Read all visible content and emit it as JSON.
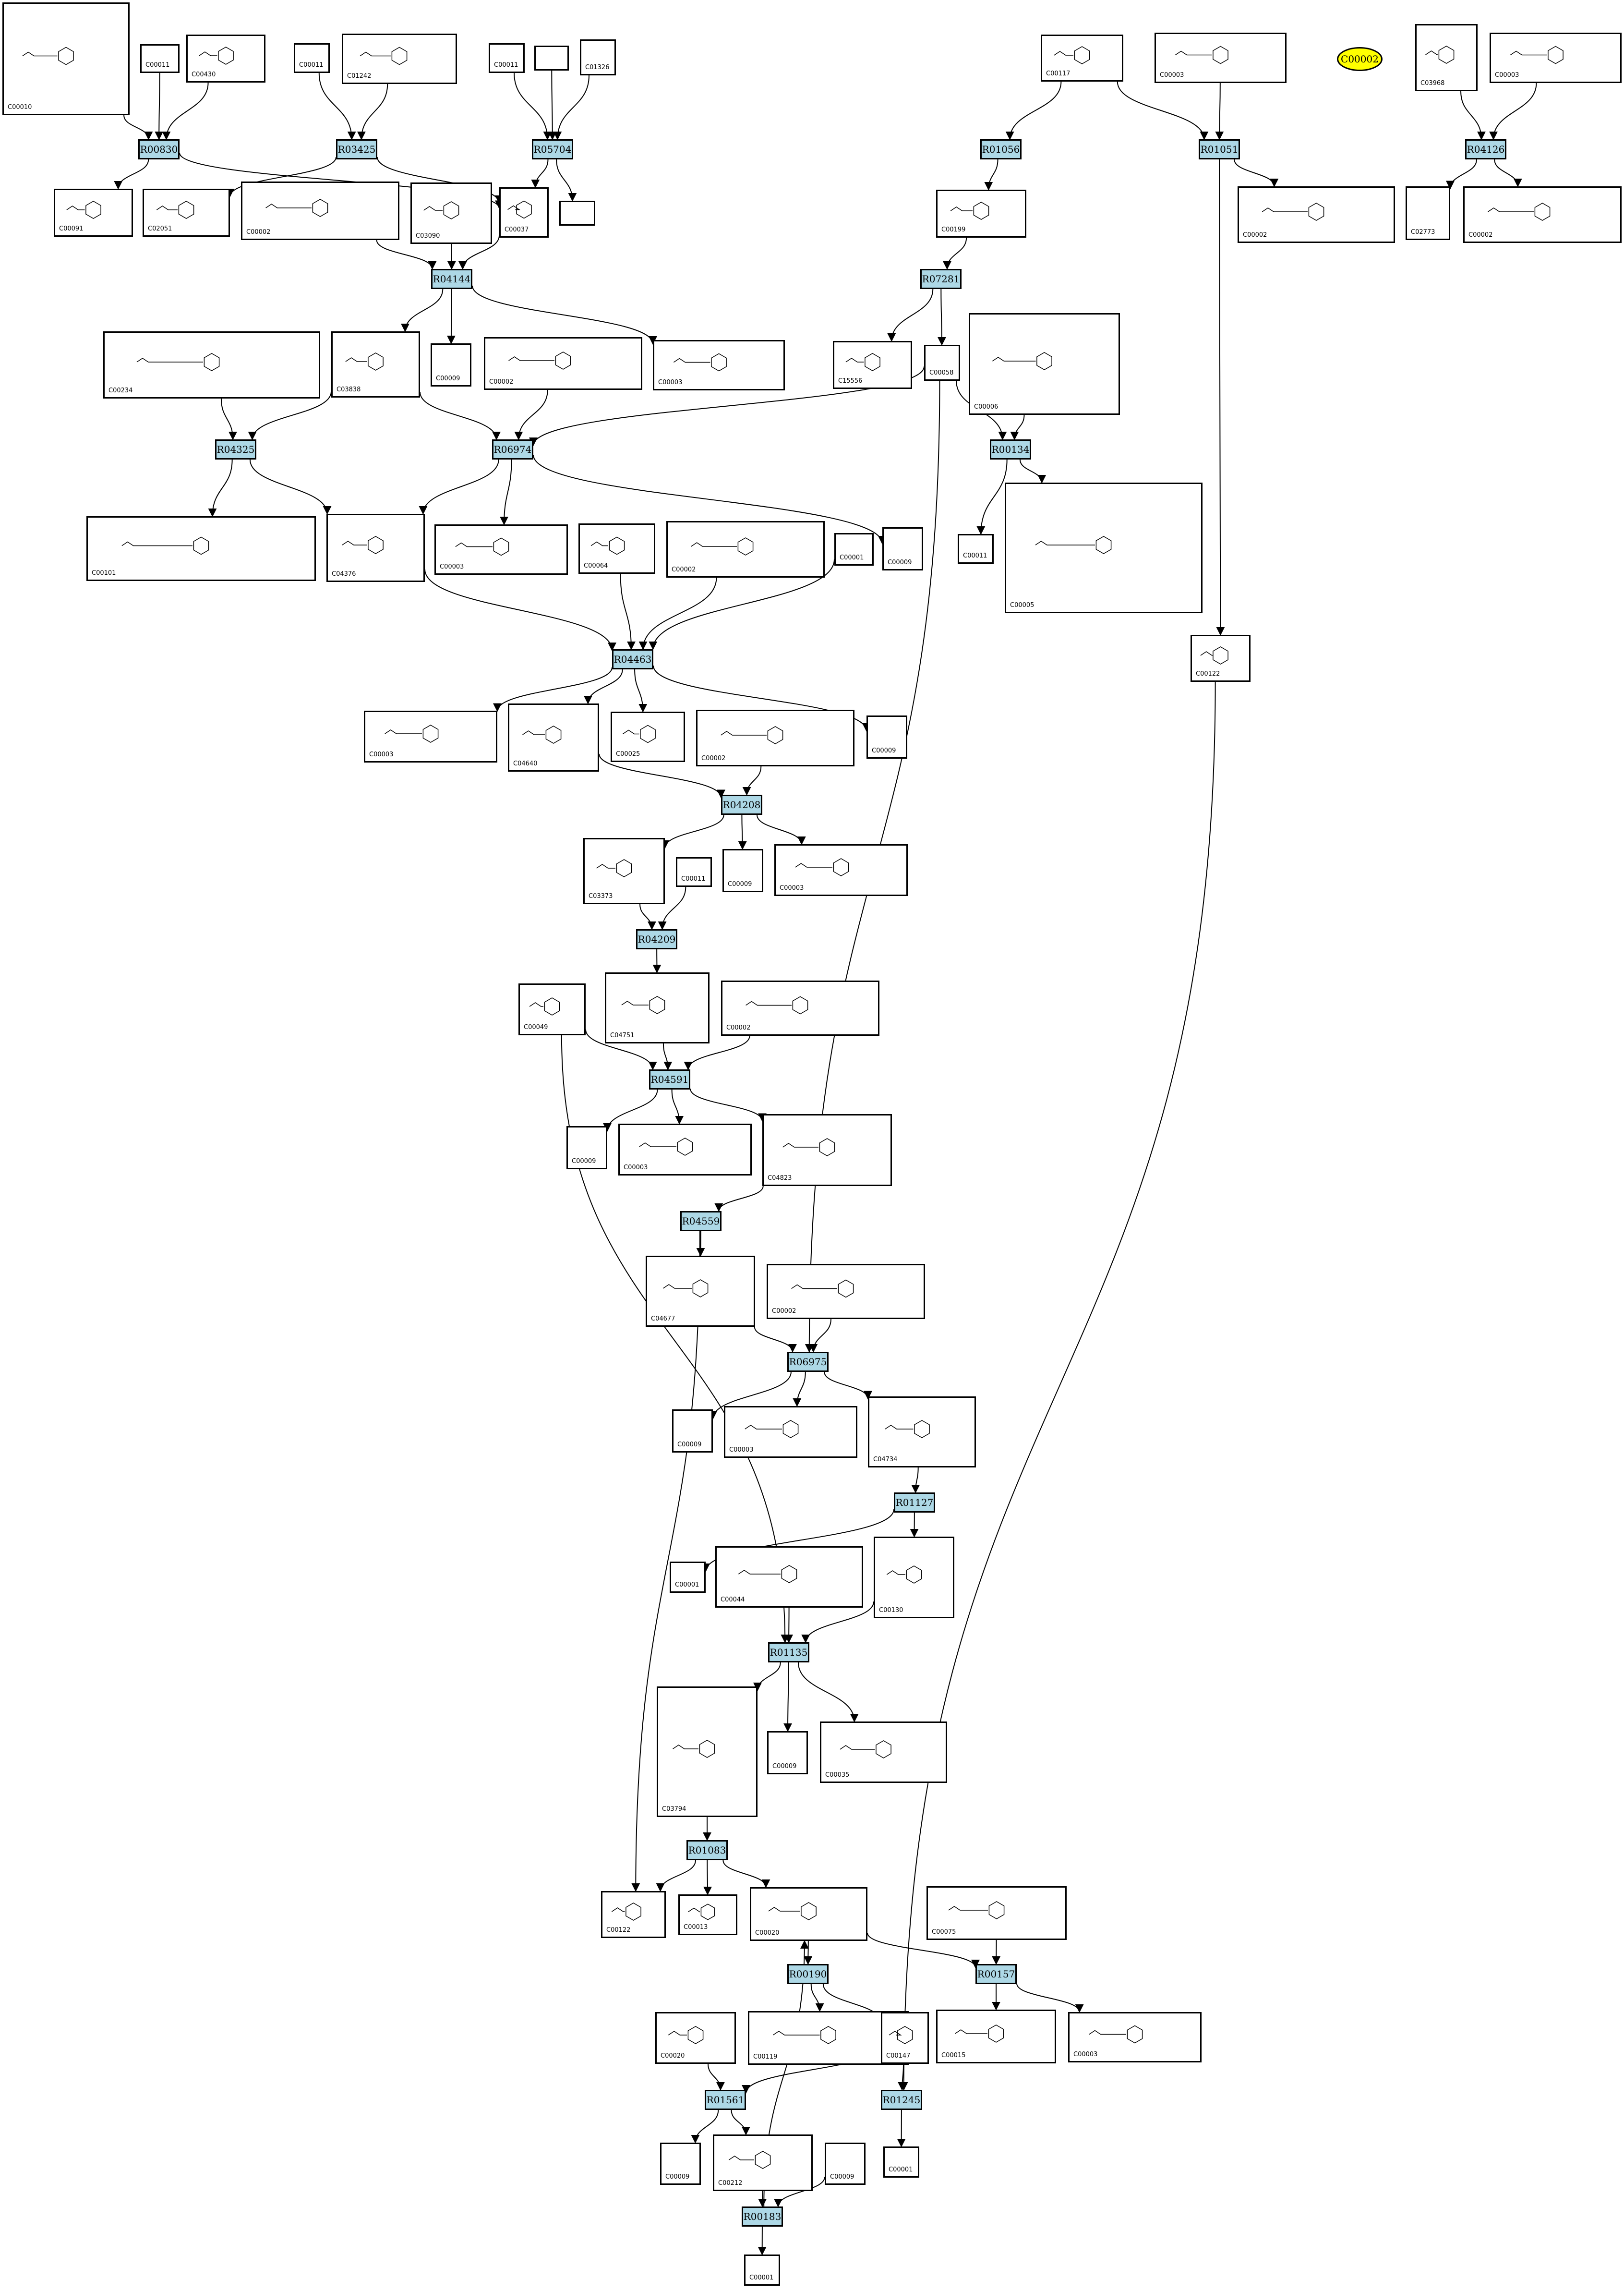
{
  "diagram": {
    "highlight": "C00002",
    "reactions": [
      "R00830",
      "R03425",
      "R05704",
      "R01056",
      "R01051",
      "R04126",
      "R04144",
      "R07281",
      "R04325",
      "R06974",
      "R00134",
      "R04463",
      "R04208",
      "R04209",
      "R04591",
      "R04559",
      "R06975",
      "R01127",
      "R01135",
      "R01083",
      "R00190",
      "R00157",
      "R01561",
      "R01245",
      "R00183"
    ],
    "compounds": [
      {
        "id": "n1",
        "label": "C00010"
      },
      {
        "id": "n2",
        "label": "C00011"
      },
      {
        "id": "n3",
        "label": "C00430"
      },
      {
        "id": "n4",
        "label": "C00011"
      },
      {
        "id": "n5",
        "label": "C01242"
      },
      {
        "id": "n6",
        "label": "C00011"
      },
      {
        "id": "n7",
        "label": ""
      },
      {
        "id": "n8",
        "label": "C01326"
      },
      {
        "id": "n9",
        "label": "C00117"
      },
      {
        "id": "n10",
        "label": "C00003"
      },
      {
        "id": "n11",
        "label": "C03968"
      },
      {
        "id": "n12",
        "label": "C00003"
      },
      {
        "id": "n13",
        "label": "C00091"
      },
      {
        "id": "n14",
        "label": "C02051"
      },
      {
        "id": "n15",
        "label": "C00002"
      },
      {
        "id": "n16",
        "label": "C03090"
      },
      {
        "id": "n17",
        "label": "C00037"
      },
      {
        "id": "n18",
        "label": ""
      },
      {
        "id": "n19",
        "label": "C00199"
      },
      {
        "id": "n20",
        "label": "C00002"
      },
      {
        "id": "n21",
        "label": "C02773"
      },
      {
        "id": "n22",
        "label": "C00002"
      },
      {
        "id": "n23",
        "label": "C00234"
      },
      {
        "id": "n24",
        "label": "C03838"
      },
      {
        "id": "n25",
        "label": "C00009"
      },
      {
        "id": "n26",
        "label": "C00002"
      },
      {
        "id": "n27",
        "label": "C00003"
      },
      {
        "id": "n28",
        "label": "C15556"
      },
      {
        "id": "n29",
        "label": "C00058"
      },
      {
        "id": "n30",
        "label": "C00006"
      },
      {
        "id": "n31",
        "label": "C00101"
      },
      {
        "id": "n32",
        "label": "C04376"
      },
      {
        "id": "n33",
        "label": "C00003"
      },
      {
        "id": "n34",
        "label": "C00064"
      },
      {
        "id": "n35",
        "label": "C00002"
      },
      {
        "id": "n36",
        "label": "C00001"
      },
      {
        "id": "n37",
        "label": "C00009"
      },
      {
        "id": "n38",
        "label": "C00011"
      },
      {
        "id": "n39",
        "label": "C00005"
      },
      {
        "id": "n40",
        "label": "C00003"
      },
      {
        "id": "n41",
        "label": "C04640"
      },
      {
        "id": "n42",
        "label": "C00025"
      },
      {
        "id": "n43",
        "label": "C00002"
      },
      {
        "id": "n44",
        "label": "C00009"
      },
      {
        "id": "n45",
        "label": "C00122"
      },
      {
        "id": "n46",
        "label": "C03373"
      },
      {
        "id": "n47",
        "label": "C00011"
      },
      {
        "id": "n48",
        "label": "C00009"
      },
      {
        "id": "n49",
        "label": "C00003"
      },
      {
        "id": "n50",
        "label": "C00049"
      },
      {
        "id": "n51",
        "label": "C04751"
      },
      {
        "id": "n52",
        "label": "C00002"
      },
      {
        "id": "n53",
        "label": "C00009"
      },
      {
        "id": "n54",
        "label": "C00003"
      },
      {
        "id": "n55",
        "label": "C04823"
      },
      {
        "id": "n56",
        "label": "C04677"
      },
      {
        "id": "n57",
        "label": "C00002"
      },
      {
        "id": "n58",
        "label": "C00009"
      },
      {
        "id": "n59",
        "label": "C00003"
      },
      {
        "id": "n60",
        "label": "C04734"
      },
      {
        "id": "n61",
        "label": "C00001"
      },
      {
        "id": "n62",
        "label": "C00044"
      },
      {
        "id": "n63",
        "label": "C00130"
      },
      {
        "id": "n64",
        "label": "C00009"
      },
      {
        "id": "n65",
        "label": "C00035"
      },
      {
        "id": "n66",
        "label": "C03794"
      },
      {
        "id": "n67",
        "label": "C00122"
      },
      {
        "id": "n68",
        "label": "C00013"
      },
      {
        "id": "n69",
        "label": "C00020"
      },
      {
        "id": "n70",
        "label": "C00075"
      },
      {
        "id": "n71",
        "label": "C00020"
      },
      {
        "id": "n72",
        "label": "C00119"
      },
      {
        "id": "n73",
        "label": "C00147"
      },
      {
        "id": "n74",
        "label": "C00015"
      },
      {
        "id": "n75",
        "label": "C00003"
      },
      {
        "id": "n76",
        "label": "C00009"
      },
      {
        "id": "n77",
        "label": "C00212"
      },
      {
        "id": "n78",
        "label": "C00009"
      },
      {
        "id": "n79",
        "label": "C00001"
      },
      {
        "id": "n80",
        "label": "C00001"
      }
    ]
  }
}
